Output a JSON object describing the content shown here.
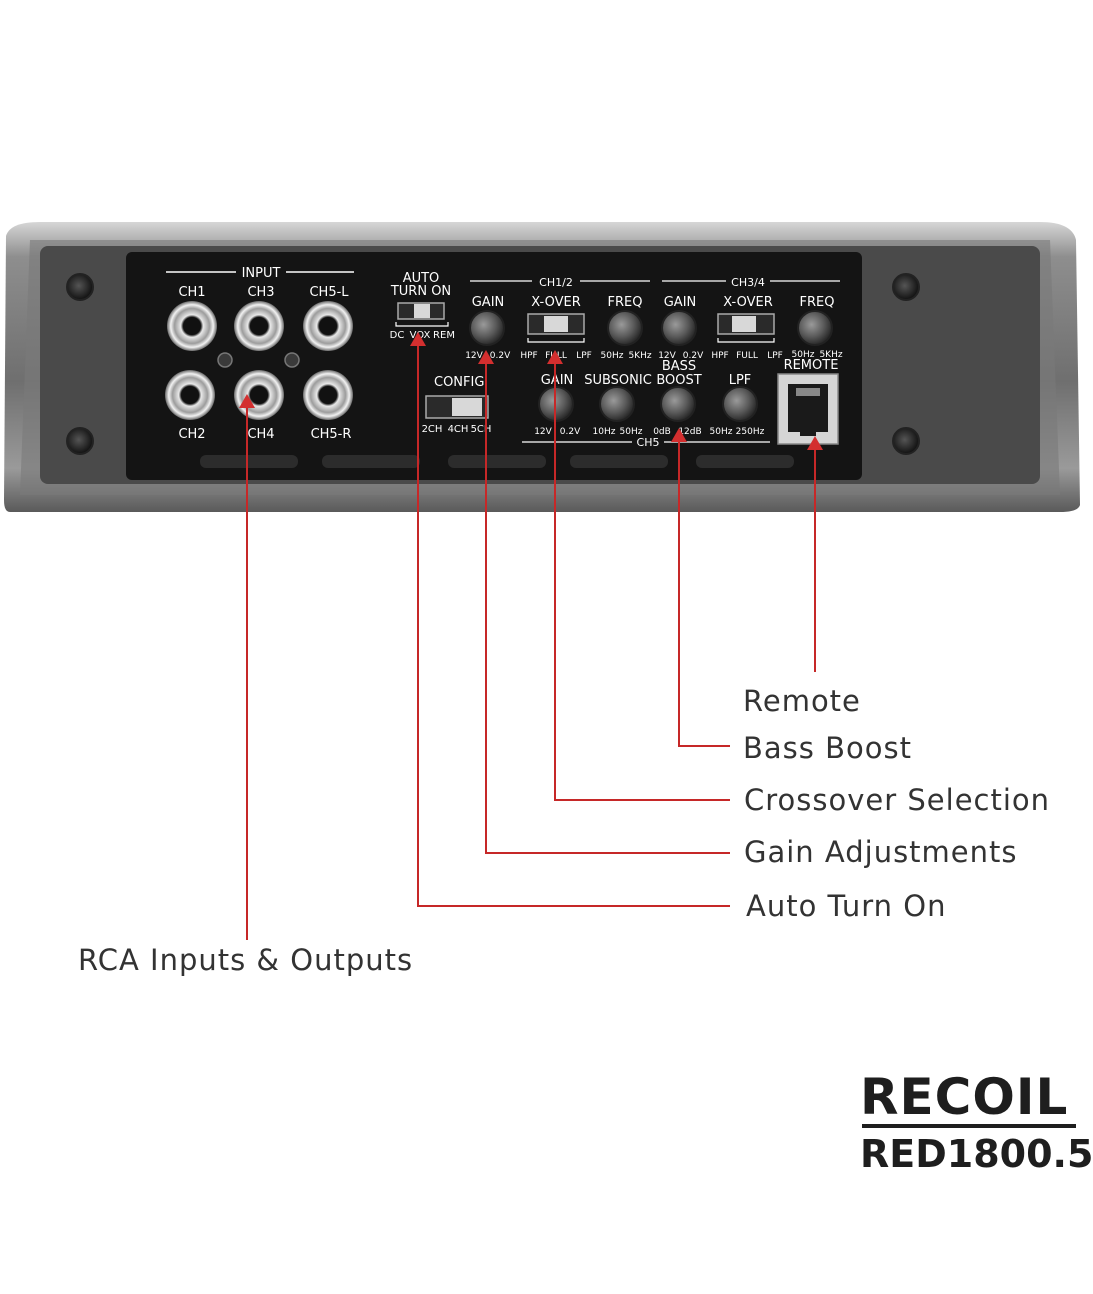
{
  "panel": {
    "input": {
      "heading": "INPUT",
      "top_labels": [
        "CH1",
        "CH3",
        "CH5-L"
      ],
      "bottom_labels": [
        "CH2",
        "CH4",
        "CH5-R"
      ]
    },
    "auto_turn_on": {
      "title_line1": "AUTO",
      "title_line2": "TURN ON",
      "positions": [
        "DC",
        "VOX",
        "REM"
      ]
    },
    "config": {
      "title": "CONFIG",
      "positions": [
        "2CH",
        "4CH",
        "5CH"
      ]
    },
    "ch12": {
      "heading": "CH1/2",
      "gain": {
        "label": "GAIN",
        "min": "12V",
        "max": "0.2V"
      },
      "xover": {
        "label": "X-OVER",
        "positions": [
          "HPF",
          "FULL",
          "LPF"
        ]
      },
      "freq": {
        "label": "FREQ",
        "min": "50Hz",
        "max": "5KHz"
      }
    },
    "ch34": {
      "heading": "CH3/4",
      "gain": {
        "label": "GAIN",
        "min": "12V",
        "max": "0.2V"
      },
      "xover": {
        "label": "X-OVER",
        "positions": [
          "HPF",
          "FULL",
          "LPF"
        ]
      },
      "freq": {
        "label": "FREQ",
        "min": "50Hz",
        "max": "5KHz"
      }
    },
    "ch5": {
      "heading": "CH5",
      "gain": {
        "label": "GAIN",
        "min": "12V",
        "max": "0.2V"
      },
      "subsonic": {
        "label": "SUBSONIC",
        "min": "10Hz",
        "max": "50Hz"
      },
      "bass_boost": {
        "label_line1": "BASS",
        "label_line2": "BOOST",
        "min": "0dB",
        "max": "12dB"
      },
      "lpf": {
        "label": "LPF",
        "min": "50Hz",
        "max": "250Hz"
      }
    },
    "remote": {
      "label": "REMOTE"
    }
  },
  "callouts": {
    "remote": "Remote",
    "bass_boost": "Bass Boost",
    "crossover": "Crossover Selection",
    "gain": "Gain Adjustments",
    "auto_turn_on": "Auto Turn On",
    "rca": "RCA Inputs & Outputs"
  },
  "brand": {
    "name": "RECOIL",
    "model": "RED1800.5"
  },
  "colors": {
    "callout_line": "#c62828",
    "panel": "#141414",
    "chassis": "#8f8f8f"
  }
}
